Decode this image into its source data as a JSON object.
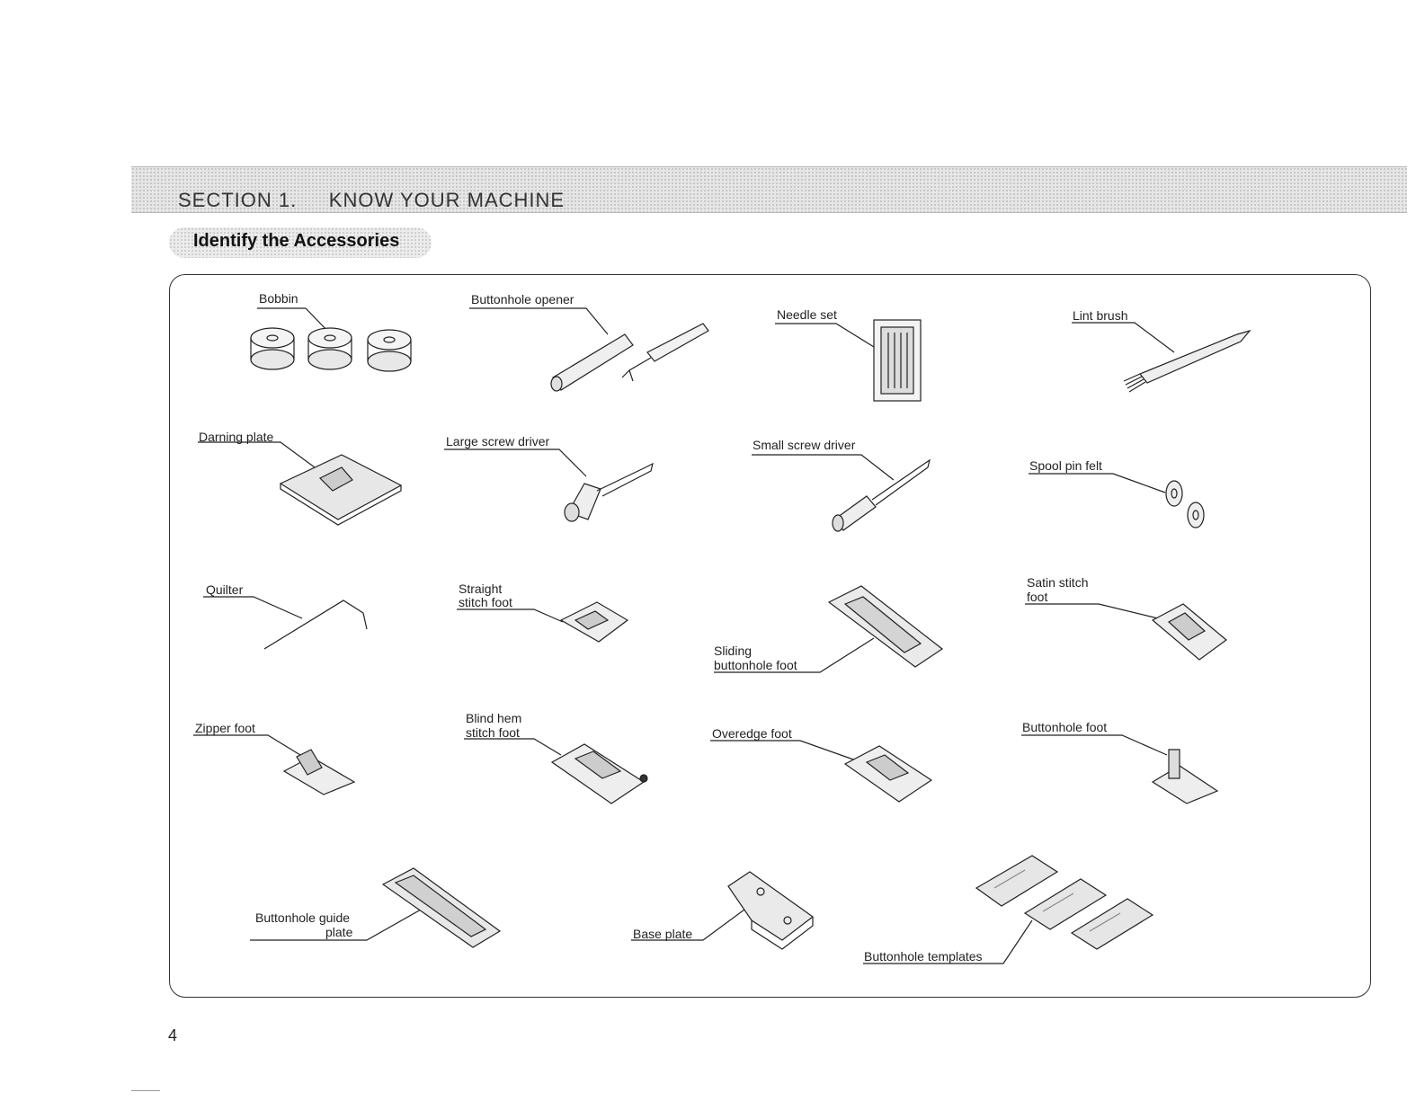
{
  "header": {
    "section_title": "SECTION 1.     KNOW YOUR MACHINE",
    "subtitle": "Identify the Accessories"
  },
  "accessories": [
    {
      "label": "Bobbin"
    },
    {
      "label": "Buttonhole opener"
    },
    {
      "label": "Needle set"
    },
    {
      "label": "Lint brush"
    },
    {
      "label": "Darning plate"
    },
    {
      "label": "Large screw driver"
    },
    {
      "label": "Small screw driver"
    },
    {
      "label": "Spool pin felt"
    },
    {
      "label": "Quilter"
    },
    {
      "label": "Straight",
      "label2": "stitch foot"
    },
    {
      "label": "Sliding",
      "label2": "buttonhole foot"
    },
    {
      "label": "Satin stitch",
      "label2": "foot"
    },
    {
      "label": "Zipper foot"
    },
    {
      "label": "Blind hem",
      "label2": "stitch foot"
    },
    {
      "label": "Overedge foot"
    },
    {
      "label": "Buttonhole foot"
    },
    {
      "label": "Buttonhole guide",
      "label2": "plate"
    },
    {
      "label": "Base plate"
    },
    {
      "label": "Buttonhole templates"
    }
  ],
  "footer": {
    "page_number": "4"
  }
}
